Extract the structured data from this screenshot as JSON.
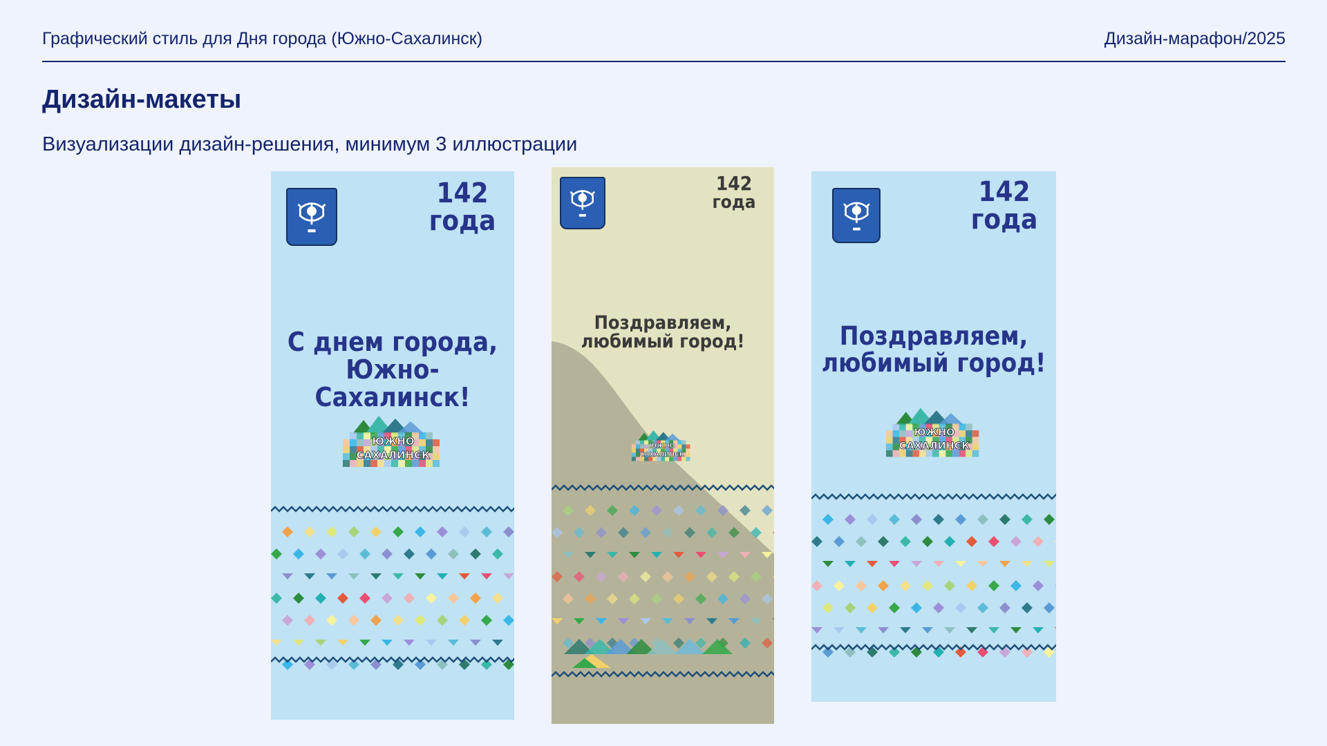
{
  "header": {
    "left_text": "Графический стиль для Дня города (Южно-Сахалинск)",
    "right_text": "Дизайн-марафон/2025"
  },
  "page": {
    "title": "Дизайн-макеты",
    "subtitle": "Визуализации дизайн-решения, минимум 3 иллюстрации"
  },
  "banners": [
    {
      "years_number": "142",
      "years_word": "года",
      "greeting_line1": "С днем города,",
      "greeting_line2": "Южно-Сахалинск!",
      "logo_line1": "ЮЖНО",
      "logo_line2": "САХАЛИНСК",
      "background_color": "#bfe2f4",
      "text_color": "#26358a"
    },
    {
      "years_number": "142",
      "years_word": "года",
      "greeting_line1": "Поздравляем,",
      "greeting_line2": "любимый город!",
      "logo_line1": "ЮЖНО",
      "logo_line2": "САХАЛИНСК",
      "background_color": "#e3e3c1",
      "slope_color": "#b4b39a",
      "text_color": "#3a3a3a"
    },
    {
      "years_number": "142",
      "years_word": "года",
      "greeting_line1": "Поздравляем,",
      "greeting_line2": "любимый город!",
      "logo_line1": "ЮЖНО",
      "logo_line2": "САХАЛИНСК",
      "background_color": "#bfe2f4",
      "text_color": "#26358a"
    }
  ],
  "icons": {
    "coat_of_arms": "coat-of-arms-icon",
    "city_logo": "city-mountains-logo-icon"
  },
  "colors": {
    "accent": "#15246b",
    "page_background": "#eff3fd",
    "wave": "#1f4e79",
    "pattern_palette": [
      "#a9c9ef",
      "#5cbcd6",
      "#8c8fcf",
      "#2f7a8c",
      "#5a9bd5",
      "#8fc0c0",
      "#2f7a6e",
      "#3cb8a8",
      "#2e8b3e",
      "#23b0b0",
      "#e35a3c",
      "#ea4f72",
      "#c9a6d8",
      "#efb0b7",
      "#f7f39c",
      "#f9c79a",
      "#f2a24a",
      "#f4e08a",
      "#dfe87a",
      "#a6d47a",
      "#f2d16b",
      "#36a84a",
      "#3bb6e6",
      "#9b8fd9"
    ]
  }
}
